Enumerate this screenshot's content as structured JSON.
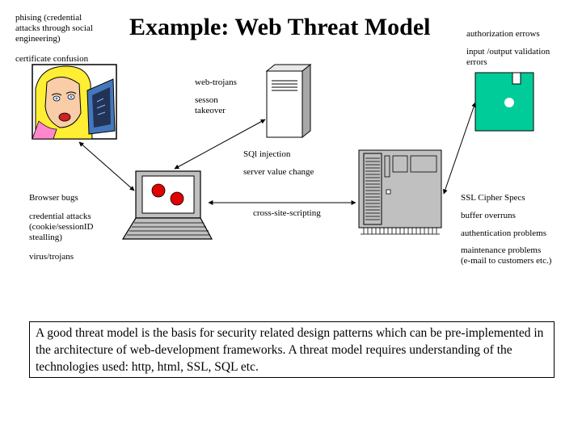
{
  "title": "Example: Web Threat Model",
  "labels": {
    "phishing": "phising (credential\nattacks through social\nengineering)",
    "cert_confusion": "certificate confusion",
    "web_trojans": "web-trojans",
    "session_takeover": "sesson\ntakeover",
    "sql_injection": "SQl injection",
    "server_value_change": "server value change",
    "xss": "cross-site-scripting",
    "authz_errors": "authorization errows",
    "io_validation": "input /output validation\nerrors",
    "browser_bugs": "Browser bugs",
    "credential_attacks": "credential attacks\n(cookie/sessionID\nstealling)",
    "virus_trojans": "virus/trojans",
    "ssl_cipher": "SSL Cipher Specs",
    "buffer_overruns": "buffer overruns",
    "auth_problems": "authentication problems",
    "maintenance": "maintenance problems\n(e-mail to customers etc.)"
  },
  "caption": "A good threat model is the basis for security related design patterns which can be pre-implemented in the architecture of web-development frameworks. A threat model requires understanding of the technologies used: http, html, SSL, SQL etc.",
  "colors": {
    "disk": "#00cc99",
    "red_dot": "#e00000",
    "hair": "#ffee33",
    "server_gray": "#c0c0c0"
  }
}
